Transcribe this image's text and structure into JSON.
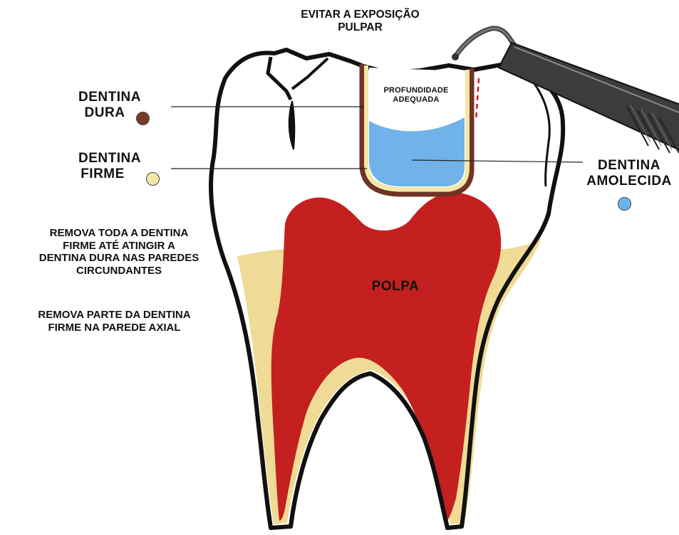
{
  "labels": {
    "top": [
      "EVITAR A EXPOSIÇÃO",
      "PULPAR"
    ],
    "cavity": [
      "PROFUNDIDADE",
      "ADEQUADA"
    ],
    "hard_dentin": [
      "DENTINA",
      "DURA"
    ],
    "firm_dentin": [
      "DENTINA",
      "FIRME"
    ],
    "soft_dentin": [
      "DENTINA",
      "AMOLECIDA"
    ],
    "pulp": "POLPA",
    "instruction_1": [
      "REMOVA TODA A DENTINA",
      "FIRME ATÉ ATINGIR A",
      "DENTINA DURA NAS PAREDES",
      "CIRCUNDANTES"
    ],
    "instruction_2": [
      "REMOVA PARTE DA DENTINA",
      "FIRME NA PAREDE AXIAL"
    ]
  },
  "colors": {
    "hard_dentin": "#7a3a2a",
    "firm_dentin": "#f3e7a3",
    "soft_dentin": "#6fb3ea",
    "pulp": "#c42020",
    "root_dentin": "#efdb95",
    "outline": "#111111"
  },
  "icons": [
    "dental-explorer-instrument-icon",
    "tooth-cross-section-illustration"
  ]
}
